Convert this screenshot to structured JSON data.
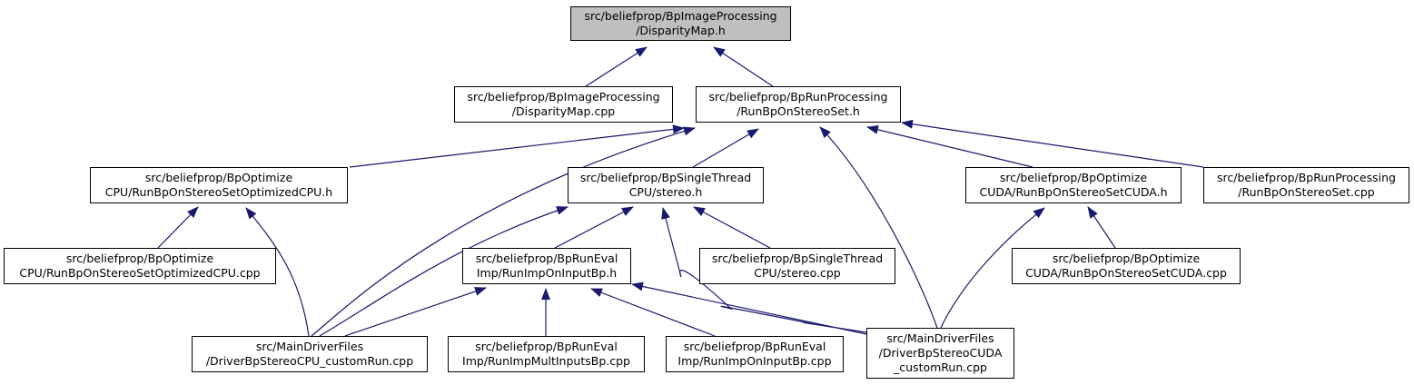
{
  "graph": {
    "edge_color": "#191970",
    "root_fill": "#bfbfbf",
    "node_fill": "#ffffff",
    "nodes": [
      {
        "id": "n_disparity_h",
        "lines": [
          "src/beliefprop/BpImageProcessing",
          "/DisparityMap.h"
        ],
        "root": true
      },
      {
        "id": "n_disparity_cpp",
        "lines": [
          "src/beliefprop/BpImageProcessing",
          "/DisparityMap.cpp"
        ]
      },
      {
        "id": "n_runbp_h",
        "lines": [
          "src/beliefprop/BpRunProcessing",
          "/RunBpOnStereoSet.h"
        ]
      },
      {
        "id": "n_optcpu_h",
        "lines": [
          "src/beliefprop/BpOptimize",
          "CPU/RunBpOnStereoSetOptimizedCPU.h"
        ]
      },
      {
        "id": "n_stereo_h",
        "lines": [
          "src/beliefprop/BpSingleThread",
          "CPU/stereo.h"
        ]
      },
      {
        "id": "n_cuda_h",
        "lines": [
          "src/beliefprop/BpOptimize",
          "CUDA/RunBpOnStereoSetCUDA.h"
        ]
      },
      {
        "id": "n_runbp_cpp",
        "lines": [
          "src/beliefprop/BpRunProcessing",
          "/RunBpOnStereoSet.cpp"
        ]
      },
      {
        "id": "n_optcpu_cpp",
        "lines": [
          "src/beliefprop/BpOptimize",
          "CPU/RunBpOnStereoSetOptimizedCPU.cpp"
        ]
      },
      {
        "id": "n_runeval_h",
        "lines": [
          "src/beliefprop/BpRunEval",
          "Imp/RunImpOnInputBp.h"
        ]
      },
      {
        "id": "n_stereo_cpp",
        "lines": [
          "src/beliefprop/BpSingleThread",
          "CPU/stereo.cpp"
        ]
      },
      {
        "id": "n_cuda_cpp",
        "lines": [
          "src/beliefprop/BpOptimize",
          "CUDA/RunBpOnStereoSetCUDA.cpp"
        ]
      },
      {
        "id": "n_driver_cpu",
        "lines": [
          "src/MainDriverFiles",
          "/DriverBpStereoCPU_customRun.cpp"
        ]
      },
      {
        "id": "n_multi_cpp",
        "lines": [
          "src/beliefprop/BpRunEval",
          "Imp/RunImpMultInputsBp.cpp"
        ]
      },
      {
        "id": "n_oninput_cpp",
        "lines": [
          "src/beliefprop/BpRunEval",
          "Imp/RunImpOnInputBp.cpp"
        ]
      },
      {
        "id": "n_driver_cuda",
        "lines": [
          "src/MainDriverFiles",
          "/DriverBpStereoCUDA",
          "_customRun.cpp"
        ]
      }
    ],
    "edges": [
      {
        "from": "n_disparity_cpp",
        "to": "n_disparity_h"
      },
      {
        "from": "n_runbp_h",
        "to": "n_disparity_h"
      },
      {
        "from": "n_optcpu_h",
        "to": "n_runbp_h"
      },
      {
        "from": "n_driver_cpu",
        "to": "n_runbp_h"
      },
      {
        "from": "n_stereo_h",
        "to": "n_runbp_h"
      },
      {
        "from": "n_driver_cuda",
        "to": "n_runbp_h"
      },
      {
        "from": "n_cuda_h",
        "to": "n_runbp_h"
      },
      {
        "from": "n_runbp_cpp",
        "to": "n_runbp_h"
      },
      {
        "from": "n_optcpu_cpp",
        "to": "n_optcpu_h"
      },
      {
        "from": "n_driver_cpu",
        "to": "n_optcpu_h"
      },
      {
        "from": "n_driver_cpu",
        "to": "n_stereo_h"
      },
      {
        "from": "n_runeval_h",
        "to": "n_stereo_h"
      },
      {
        "from": "n_driver_cuda",
        "to": "n_stereo_h"
      },
      {
        "from": "n_stereo_cpp",
        "to": "n_stereo_h"
      },
      {
        "from": "n_driver_cuda",
        "to": "n_cuda_h"
      },
      {
        "from": "n_cuda_cpp",
        "to": "n_cuda_h"
      },
      {
        "from": "n_driver_cpu",
        "to": "n_runeval_h"
      },
      {
        "from": "n_multi_cpp",
        "to": "n_runeval_h"
      },
      {
        "from": "n_oninput_cpp",
        "to": "n_runeval_h"
      },
      {
        "from": "n_driver_cuda",
        "to": "n_runeval_h"
      }
    ]
  }
}
